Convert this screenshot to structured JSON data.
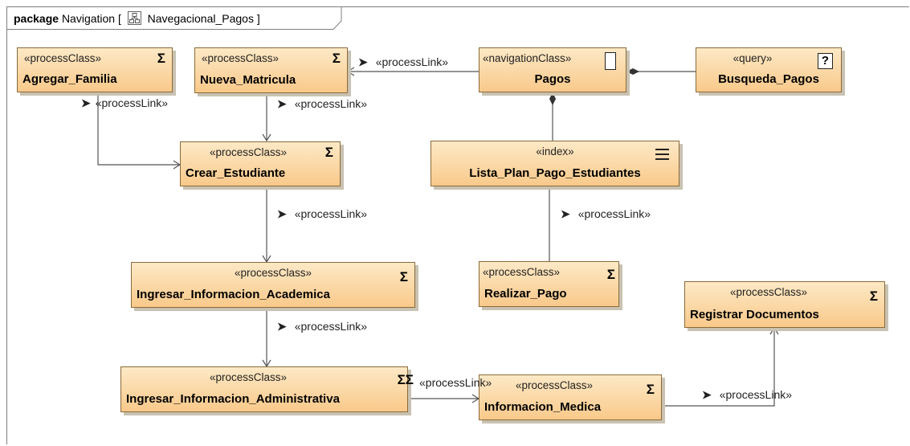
{
  "package": {
    "keyword": "package",
    "name": "Navigation",
    "bracket_open": "[",
    "diagram_name": "Navegacional_Pagos",
    "bracket_close": "]"
  },
  "nodes": {
    "agregar_familia": {
      "stereotype": "«processClass»",
      "name": "Agregar_Familia",
      "glyph": "Σ"
    },
    "nueva_matricula": {
      "stereotype": "«processClass»",
      "name": "Nueva_Matricula",
      "glyph": "Σ"
    },
    "pagos": {
      "stereotype": "«navigationClass»",
      "name": "Pagos"
    },
    "busqueda_pagos": {
      "stereotype": "«query»",
      "name": "Busqueda_Pagos",
      "glyph": "?"
    },
    "crear_estudiante": {
      "stereotype": "«processClass»",
      "name": "Crear_Estudiante",
      "glyph": "Σ"
    },
    "lista_plan_pago": {
      "stereotype": "«index»",
      "name": "Lista_Plan_Pago_Estudiantes"
    },
    "ingresar_academica": {
      "stereotype": "«processClass»",
      "name": "Ingresar_Informacion_Academica",
      "glyph": "Σ"
    },
    "realizar_pago": {
      "stereotype": "«processClass»",
      "name": "Realizar_Pago",
      "glyph": "Σ"
    },
    "registrar_documentos": {
      "stereotype": "«processClass»",
      "name": "Registrar Documentos",
      "glyph": "Σ"
    },
    "ingresar_administrativa": {
      "stereotype": "«processClass»",
      "name": "Ingresar_Informacion_Administrativa",
      "glyph": "ΣΣ"
    },
    "informacion_medica": {
      "stereotype": "«processClass»",
      "name": "Informacion_Medica",
      "glyph": "Σ"
    }
  },
  "links": {
    "arrow": "➤",
    "pagos_to_matricula": "«processLink»",
    "familia_to_crear": "«processLink»",
    "matricula_to_crear": "«processLink»",
    "crear_to_academica": "«processLink»",
    "lista_to_realizar": "«processLink»",
    "academica_to_admin": "«processLink»",
    "admin_to_medica": "«processLink»",
    "medica_to_registrar": "«processLink»"
  }
}
